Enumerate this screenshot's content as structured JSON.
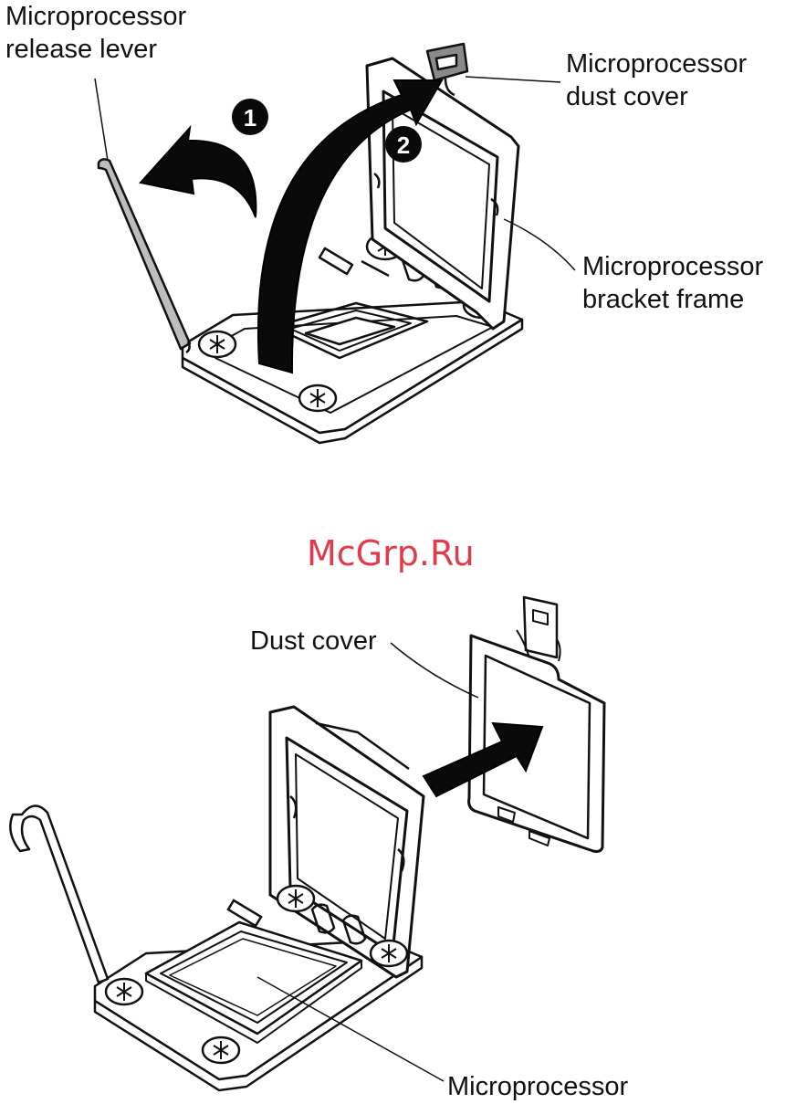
{
  "top_figure": {
    "callouts": {
      "release_lever": [
        "Microprocessor",
        "release lever"
      ],
      "dust_cover": [
        "Microprocessor",
        "dust cover"
      ],
      "bracket_frame": [
        "Microprocessor",
        "bracket frame"
      ]
    },
    "steps": [
      "1",
      "2"
    ]
  },
  "watermark": "McGrp.Ru",
  "bottom_figure": {
    "callouts": {
      "dust_cover": "Dust cover",
      "microprocessor": "Microprocessor"
    }
  },
  "colors": {
    "ink": "#111111",
    "lever_fill": "#bdbdbd",
    "dust_cover_tab": "#8a8a8a",
    "watermark": "#e23a4a"
  }
}
